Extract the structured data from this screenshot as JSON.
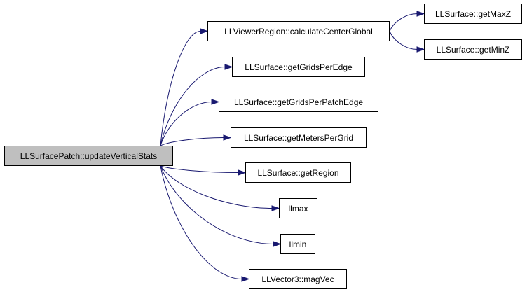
{
  "graph": {
    "edge_color": "#191970",
    "root_fill": "#bfbfbf",
    "nodes": {
      "root": "LLSurfacePatch::updateVerticalStats",
      "calc_center": "LLViewerRegion::calculateCenterGlobal",
      "get_max_z": "LLSurface::getMaxZ",
      "get_min_z": "LLSurface::getMinZ",
      "grids_per_edge": "LLSurface::getGridsPerEdge",
      "grids_per_patch_edge": "LLSurface::getGridsPerPatchEdge",
      "meters_per_grid": "LLSurface::getMetersPerGrid",
      "get_region": "LLSurface::getRegion",
      "llmax": "llmax",
      "llmin": "llmin",
      "mag_vec": "LLVector3::magVec"
    },
    "edges": [
      [
        "root",
        "calc_center"
      ],
      [
        "root",
        "grids_per_edge"
      ],
      [
        "root",
        "grids_per_patch_edge"
      ],
      [
        "root",
        "meters_per_grid"
      ],
      [
        "root",
        "get_region"
      ],
      [
        "root",
        "llmax"
      ],
      [
        "root",
        "llmin"
      ],
      [
        "root",
        "mag_vec"
      ],
      [
        "calc_center",
        "get_max_z"
      ],
      [
        "calc_center",
        "get_min_z"
      ]
    ]
  }
}
